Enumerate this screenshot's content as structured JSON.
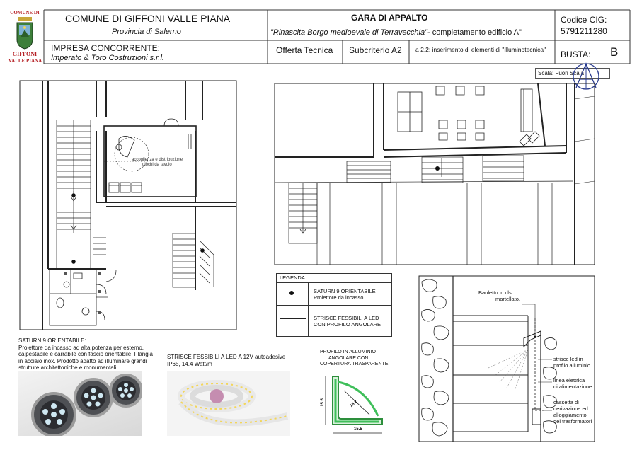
{
  "header": {
    "logo_top": "COMUNE DI",
    "logo_bottom_1": "GIFFONI",
    "logo_bottom_2": "VALLE PIANA",
    "comune": "COMUNE DI GIFFONI VALLE PIANA",
    "provincia": "Provincia di Salerno",
    "gara": "GARA DI APPALTO",
    "project_title": "\"Rinascita Borgo medioevale di Terravecchia\"",
    "project_suffix": "- completamento edificio A\"",
    "codice_label": "Codice CIG:",
    "codice_value": "5791211280",
    "impresa_label": "IMPRESA CONCORRENTE:",
    "impresa_name": "Imperato & Toro Costruzioni s.r.l.",
    "offerta": "Offerta Tecnica",
    "subcriterio": "Subcriterio  A2",
    "subcriterio_desc": "a 2.2: inserimento di elementi di \"illuminotecnica\"",
    "busta_label": "BUSTA:",
    "busta_value": "B",
    "scala": "Scala: Fuori Scala"
  },
  "plan_left": {
    "room_label_1": "accoglienza e distribuzione",
    "room_label_2": "giochi da tavolo"
  },
  "legend": {
    "title": "LEGENDA:",
    "item1_line1": "SATURN 9 ORIENTABILE",
    "item1_line2": "Proiettore da incasso",
    "item2_line1": "STRISCE FESSIBILI A LED",
    "item2_line2": "CON PROFILO ANGOLARE"
  },
  "products": {
    "saturn_title": "SATURN 9 ORIENTABILE:",
    "saturn_desc": "Proiettore da incasso ad alta potenza per esterno, calpestabile e carrabile con fascio orientabile. Flangia in acciaio inox. Prodotto adatto ad illuminare grandi strutture architettoniche e monumentali.",
    "strip_desc": "STRISCE FESSIBILI A LED A 12V autoadesive IP65, 14.4 Watt/m",
    "profile_line1": "PROFILO IN ALLUMINIO",
    "profile_line2": "ANGOLARE CON",
    "profile_line3": "COPERTURA TRASPARENTE",
    "profile_dim1": "15.5",
    "profile_dim2": "15.5",
    "profile_dim3": "16.2"
  },
  "section": {
    "label1_1": "Bauletto in cls",
    "label1_2": "martellato.",
    "label2_1": "strisce led in",
    "label2_2": "profilo alluminio",
    "label3_1": "linea elettrica",
    "label3_2": "di alimentazione",
    "label4_1": "cassetta di",
    "label4_2": "derivazione ed",
    "label4_3": "alloggiamento",
    "label4_4": "dei trasformatori"
  },
  "colors": {
    "line": "#222222",
    "logo_red": "#b51f24",
    "led_green": "#3fbf5a"
  }
}
